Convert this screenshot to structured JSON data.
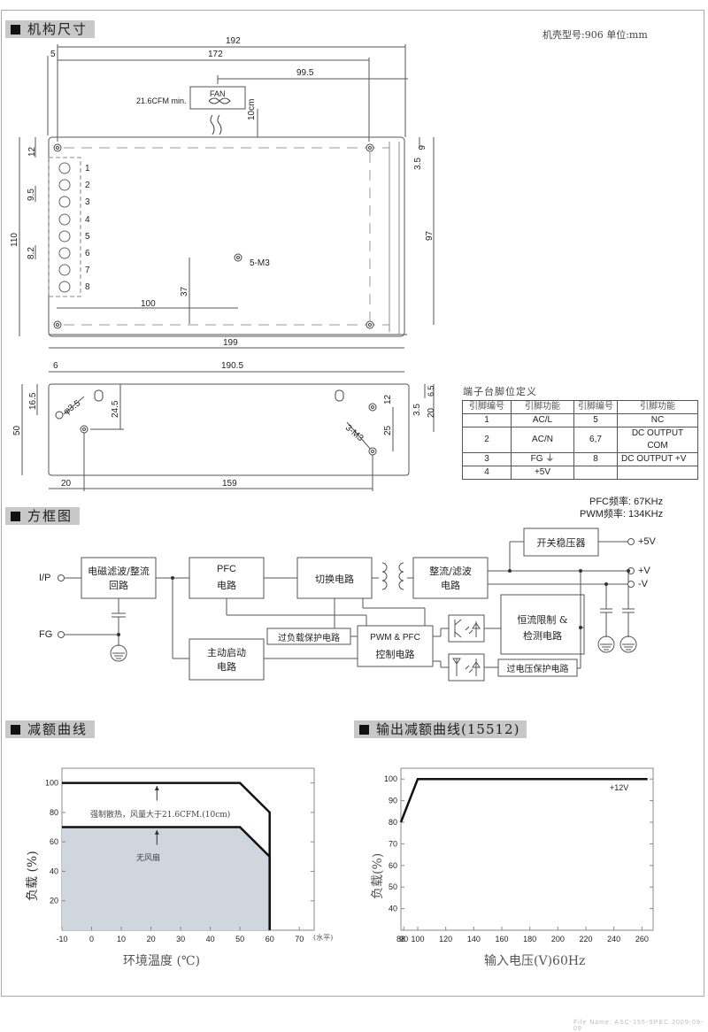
{
  "header": {
    "section_mechanical": "机构尺寸",
    "case_info": "机壳型号:906   单位:mm"
  },
  "mechanical": {
    "top_view_dims": [
      "192",
      "172",
      "5",
      "99.5",
      "10cm",
      "12",
      "9.5",
      "8.2",
      "110",
      "37",
      "100",
      "199",
      "6",
      "3.5",
      "97"
    ],
    "fan_label": "FAN",
    "fan_airflow": "21.6CFM min.",
    "mount_label": "5-M3",
    "terminal_numbers": [
      "1",
      "2",
      "3",
      "4",
      "5",
      "6",
      "7",
      "8"
    ],
    "side_view_dims": [
      "6",
      "190.5",
      "16.5",
      "50",
      "24.5",
      "20",
      "159",
      "12",
      "25",
      "3.5",
      "6.5",
      "20"
    ],
    "hole_label": "φ3.5",
    "side_mount_label": "3-M3"
  },
  "pin_table": {
    "title": "端子台脚位定义",
    "headers": [
      "引脚编号",
      "引脚功能",
      "引脚编号",
      "引脚功能"
    ],
    "rows": [
      [
        "1",
        "AC/L",
        "5",
        "NC"
      ],
      [
        "2",
        "AC/N",
        "6,7",
        "DC OUTPUT COM"
      ],
      [
        "3",
        "FG ⏚",
        "8",
        "DC OUTPUT +V"
      ],
      [
        "4",
        "+5V",
        "",
        ""
      ]
    ]
  },
  "block_diagram": {
    "section_title": "方框图",
    "pfc_freq": "PFC频率: 67KHz",
    "pwm_freq": "PWM频率: 134KHz",
    "inputs": {
      "ip": "I/P",
      "fg": "FG"
    },
    "outputs": {
      "p5v": "+5V",
      "pv": "+V",
      "nv": "-V"
    },
    "blocks": {
      "emi": "电磁滤波/整流",
      "emi2": "回路",
      "pfc": "PFC",
      "pfc2": "电路",
      "switch": "切换电路",
      "rect": "整流/滤波",
      "rect2": "电路",
      "regulator": "开关稳压器",
      "olp": "过负载保护电路",
      "startup": "主动启动",
      "startup2": "电路",
      "pwm": "PWM & PFC",
      "pwm2": "控制电路",
      "cc": "恒流限制 &",
      "cc2": "检测电路",
      "ovp": "过电压保护电路"
    }
  },
  "chart_data": [
    {
      "type": "line",
      "section_title": "减额曲线",
      "title": "",
      "xlabel": "环境温度 (℃)",
      "x_unit_note": "(水平)",
      "ylabel": "负载 (%)",
      "xlim": [
        -10,
        75
      ],
      "ylim": [
        0,
        110
      ],
      "x_ticks": [
        -10,
        0,
        10,
        20,
        30,
        40,
        50,
        60,
        70
      ],
      "y_ticks": [
        20,
        40,
        60,
        80,
        100
      ],
      "series": [
        {
          "name": "强制散热，风量大于21.6CFM.(10cm)",
          "x": [
            -10,
            50,
            60,
            60
          ],
          "y": [
            100,
            100,
            80,
            0
          ]
        },
        {
          "name": "无风扇",
          "x": [
            -10,
            50,
            60,
            60
          ],
          "y": [
            70,
            70,
            50,
            0
          ],
          "filled": true
        }
      ],
      "annotations": [
        "强制散热，风量大于21.6CFM.(10cm)",
        "无风扇"
      ],
      "fill_color": "#cfd6de"
    },
    {
      "type": "line",
      "section_title": "输出减额曲线(15512)",
      "title": "",
      "xlabel": "输入电压(V)60Hz",
      "ylabel": "负载(%)",
      "xlim": [
        88,
        268
      ],
      "ylim": [
        30,
        105
      ],
      "x_ticks": [
        88,
        90,
        100,
        120,
        140,
        160,
        180,
        200,
        220,
        240,
        260
      ],
      "y_ticks": [
        40,
        50,
        60,
        70,
        80,
        90,
        100
      ],
      "series": [
        {
          "name": "+12V",
          "x": [
            88,
            100,
            264
          ],
          "y": [
            80,
            100,
            100
          ]
        }
      ]
    }
  ],
  "footer": {
    "text": "File Name: ASC-155-SPEC 2009-09-09"
  }
}
